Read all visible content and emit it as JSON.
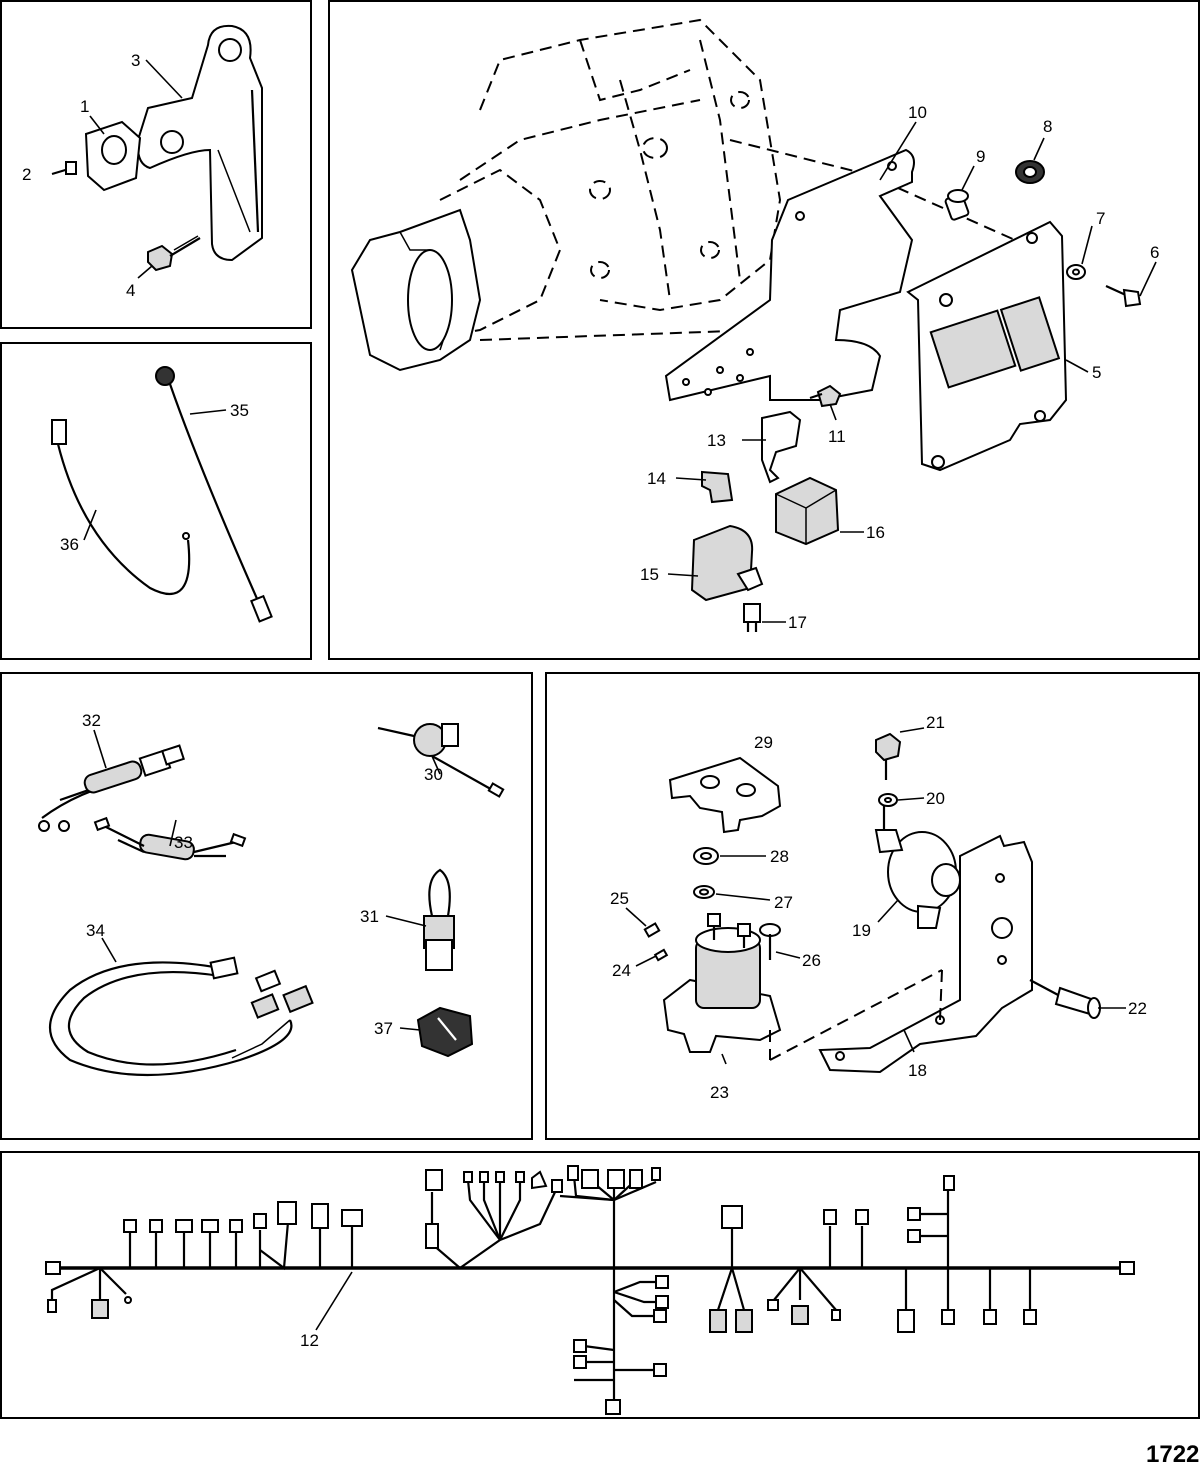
{
  "panels": [
    "bracket-panel",
    "sensor-panel",
    "ecm-panel",
    "harness-kit-panel",
    "solenoid-panel",
    "main-harness-panel"
  ],
  "callouts": {
    "p1": "1",
    "p2": "2",
    "p3": "3",
    "p4": "4",
    "p5": "5",
    "p6": "6",
    "p7": "7",
    "p8": "8",
    "p9": "9",
    "p10": "10",
    "p11": "11",
    "p12": "12",
    "p13": "13",
    "p14": "14",
    "p15": "15",
    "p16": "16",
    "p17": "17",
    "p18": "18",
    "p19": "19",
    "p20": "20",
    "p21": "21",
    "p22": "22",
    "p23": "23",
    "p24": "24",
    "p25": "25",
    "p26": "26",
    "p27": "27",
    "p28": "28",
    "p29": "29",
    "p30": "30",
    "p31": "31",
    "p32": "32",
    "p33": "33",
    "p34": "34",
    "p35": "35",
    "p36": "36",
    "p37": "37"
  },
  "page_number": "1722"
}
